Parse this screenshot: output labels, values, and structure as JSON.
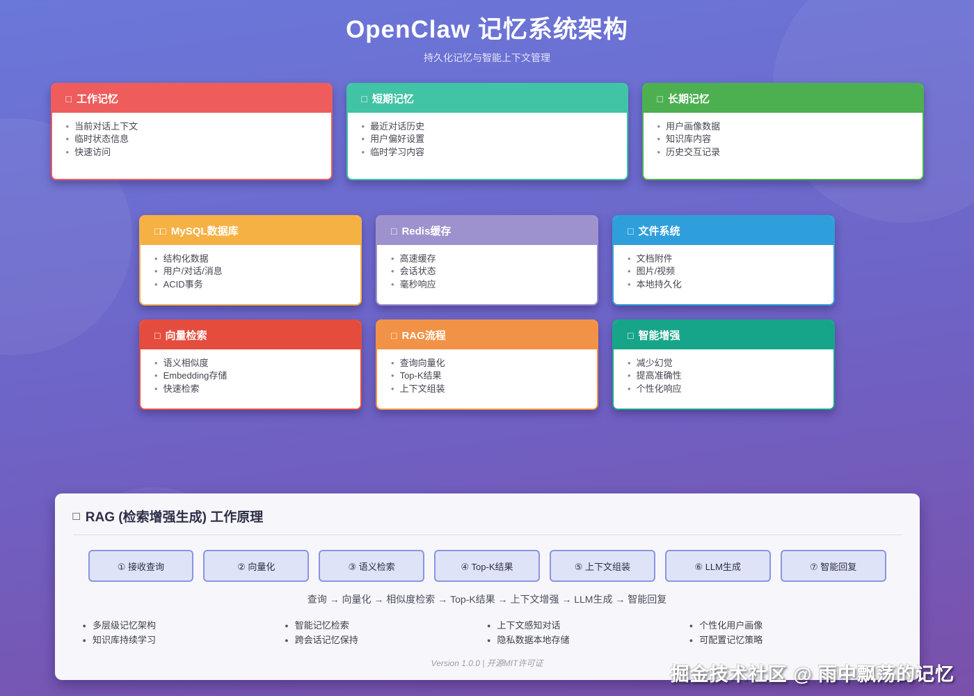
{
  "header": {
    "title": "OpenClaw 记忆系统架构",
    "subtitle": "持久化记忆与智能上下文管理"
  },
  "memory_layers": [
    {
      "icon": "□",
      "title": "工作记忆",
      "color": "#ee5c5c",
      "items": [
        "当前对话上下文",
        "临时状态信息",
        "快速访问"
      ]
    },
    {
      "icon": "□",
      "title": "短期记忆",
      "color": "#41c3a5",
      "items": [
        "最近对话历史",
        "用户偏好设置",
        "临时学习内容"
      ]
    },
    {
      "icon": "□",
      "title": "长期记忆",
      "color": "#4caf50",
      "items": [
        "用户画像数据",
        "知识库内容",
        "历史交互记录"
      ]
    }
  ],
  "storage_layers": [
    {
      "icon": "□□",
      "title": "MySQL数据库",
      "color": "#f6b145",
      "items": [
        "结构化数据",
        "用户/对话/消息",
        "ACID事务"
      ]
    },
    {
      "icon": "□",
      "title": "Redis缓存",
      "color": "#9e92ce",
      "items": [
        "高速缓存",
        "会话状态",
        "毫秒响应"
      ]
    },
    {
      "icon": "□",
      "title": "文件系统",
      "color": "#2f9fdb",
      "items": [
        "文档附件",
        "图片/视频",
        "本地持久化"
      ]
    }
  ],
  "intelligence_layers": [
    {
      "icon": "□",
      "title": "向量检索",
      "color": "#e44d3d",
      "items": [
        "语义相似度",
        "Embedding存储",
        "快速检索"
      ]
    },
    {
      "icon": "□",
      "title": "RAG流程",
      "color": "#f19246",
      "items": [
        "查询向量化",
        "Top-K结果",
        "上下文组装"
      ]
    },
    {
      "icon": "□",
      "title": "智能增强",
      "color": "#17a589",
      "items": [
        "减少幻觉",
        "提高准确性",
        "个性化响应"
      ]
    }
  ],
  "rag_panel": {
    "icon": "□",
    "title": "RAG (检索增强生成) 工作原理",
    "steps": [
      "① 接收查询",
      "② 向量化",
      "③ 语义检索",
      "④ Top-K结果",
      "⑤ 上下文组装",
      "⑥ LLM生成",
      "⑦ 智能回复"
    ],
    "flow": "查询 → 向量化 → 相似度检索 → Top-K结果 → 上下文增强 → LLM生成 → 智能回复",
    "features": [
      [
        "多层级记忆架构",
        "知识库持续学习"
      ],
      [
        "智能记忆检索",
        "跨会话记忆保持"
      ],
      [
        "上下文感知对话",
        "隐私数据本地存储"
      ],
      [
        "个性化用户画像",
        "可配置记忆策略"
      ]
    ],
    "footer": "Version 1.0.0 | 开源MIT许可证"
  },
  "watermark": "掘金技术社区 @ 雨中飘荡的记忆"
}
